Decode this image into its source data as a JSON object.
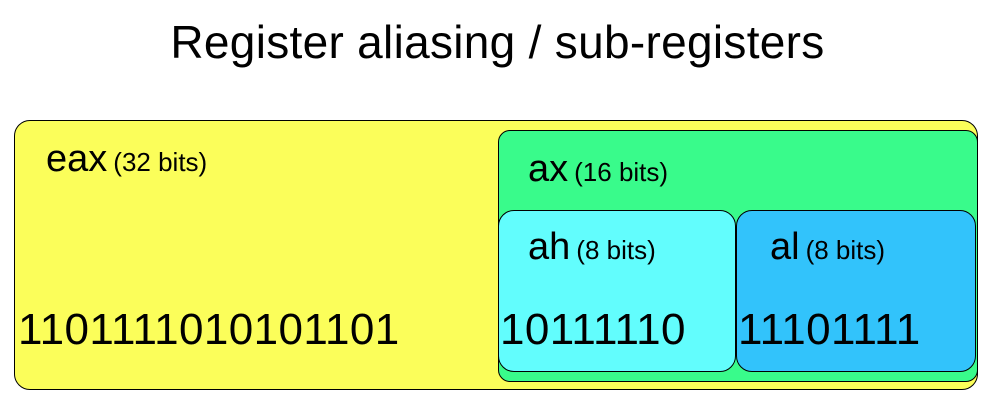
{
  "title": "Register aliasing / sub-registers",
  "registers": {
    "eax": {
      "name": "eax",
      "size": "(32 bits)"
    },
    "ax": {
      "name": "ax",
      "size": "(16 bits)"
    },
    "ah": {
      "name": "ah",
      "size": "(8 bits)"
    },
    "al": {
      "name": "al",
      "size": "(8 bits)"
    }
  },
  "bits": {
    "upper16": "1101111010101101",
    "ah": "10111110",
    "al": "11101111"
  },
  "colors": {
    "eax": "#fbfe5a",
    "ax": "#39fb8b",
    "ah": "#62fdfd",
    "al": "#32c3fb"
  }
}
